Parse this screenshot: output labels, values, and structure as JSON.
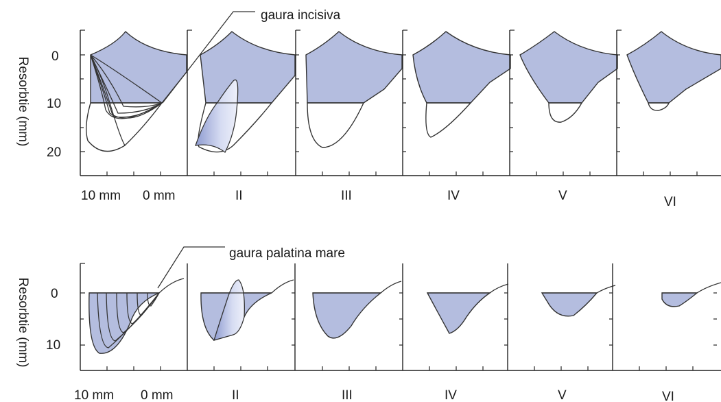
{
  "callouts": {
    "top": "gaura incisiva",
    "bottom": "gaura palatina mare"
  },
  "top_panel": {
    "ylabel": "Resorbtie (mm)",
    "yticks": [
      "0",
      "10",
      "20"
    ],
    "xlabels": [
      "10 mm",
      "0 mm",
      "II",
      "III",
      "IV",
      "V",
      "VI"
    ]
  },
  "bottom_panel": {
    "ylabel": "Resorbtie (mm)",
    "yticks": [
      "0",
      "10"
    ],
    "xlabels": [
      "10 mm",
      "0 mm",
      "II",
      "III",
      "IV",
      "V",
      "VI"
    ]
  },
  "colors": {
    "fill": "#b4bddf",
    "stroke": "#333333"
  }
}
